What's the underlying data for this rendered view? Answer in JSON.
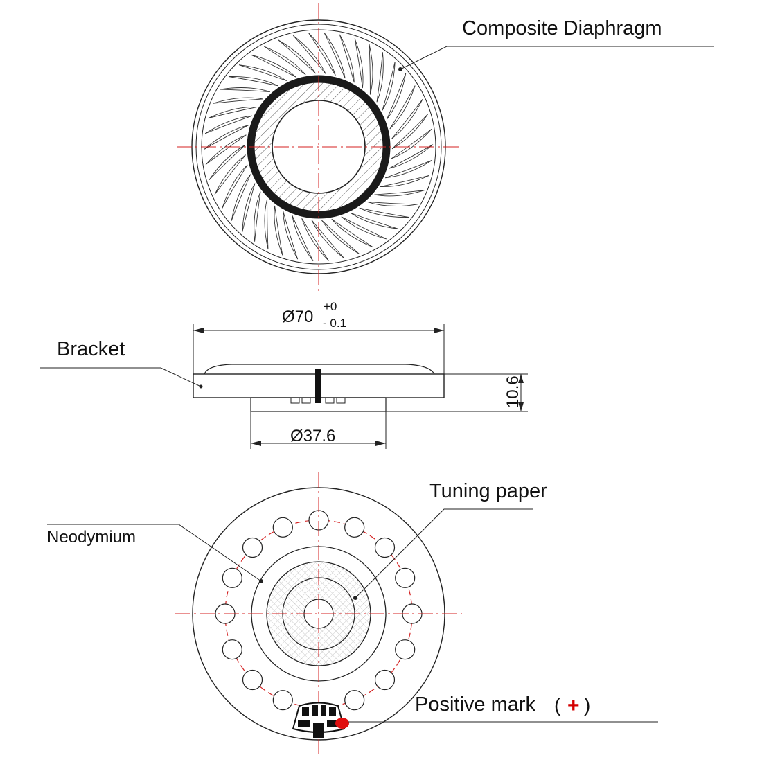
{
  "labels": {
    "composite_diaphragm": "Composite Diaphragm",
    "bracket": "Bracket",
    "neodymium": "Neodymium",
    "tuning_paper": "Tuning paper",
    "positive_mark": "Positive mark",
    "positive_symbol_open": "(",
    "positive_symbol": "+",
    "positive_symbol_close": ")"
  },
  "dimensions": {
    "outer_diameter": "Ø70",
    "outer_tol_upper": "+0",
    "outer_tol_lower": "- 0.1",
    "thickness": "10.6",
    "magnet_diameter": "Ø37.6"
  },
  "colors": {
    "centerline": "#d42020",
    "positive_mark": "#d40000",
    "line": "#222222"
  }
}
